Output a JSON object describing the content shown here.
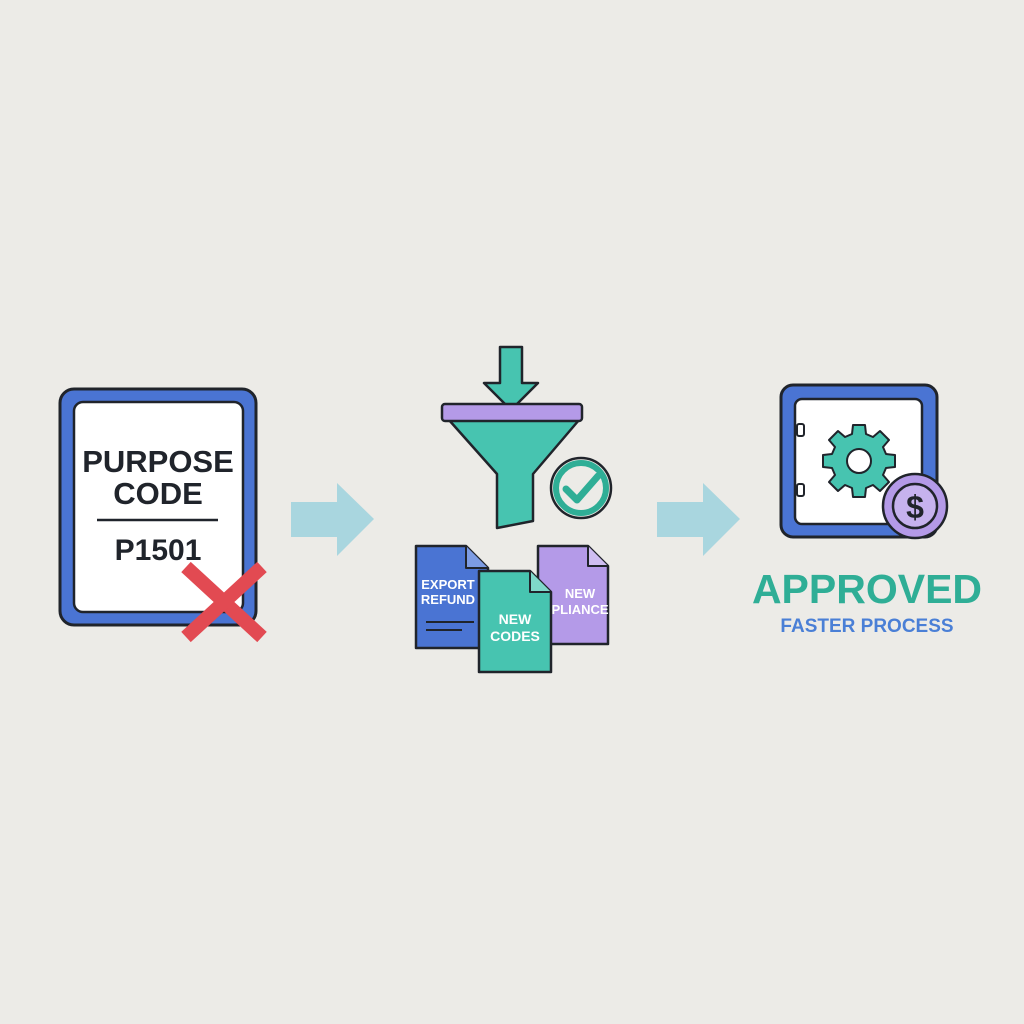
{
  "steps": [
    {
      "id": "old-code",
      "heading_line1": "PURPOSE",
      "heading_line2": "CODE",
      "code": "P1501",
      "status_icon": "red-x-icon"
    },
    {
      "id": "filter",
      "icons": [
        "down-arrow-icon",
        "funnel-icon",
        "check-circle-icon"
      ],
      "documents": [
        {
          "line1": "EXPORT",
          "line2": "REFUND",
          "icon": "document-icon"
        },
        {
          "line1": "NEW",
          "line2": "CODES",
          "icon": "document-icon"
        },
        {
          "line1": "NEW",
          "line2": "PLIANCE",
          "icon": "document-icon"
        }
      ]
    },
    {
      "id": "approved",
      "icons": [
        "vault-icon",
        "gear-icon",
        "dollar-coin-icon"
      ],
      "title": "APPROVED",
      "subtitle": "FASTER PROCESS",
      "coin_symbol": "$"
    }
  ],
  "connectors": [
    "arrow-right-icon",
    "arrow-right-icon"
  ],
  "colors": {
    "background": "#ecebe7",
    "blue": "#4a74d3",
    "teal": "#47c4b0",
    "teal_dark": "#2fae96",
    "purple": "#b49ae8",
    "red": "#e24a52",
    "arrow": "#a9d6df",
    "ink": "#20242b"
  }
}
